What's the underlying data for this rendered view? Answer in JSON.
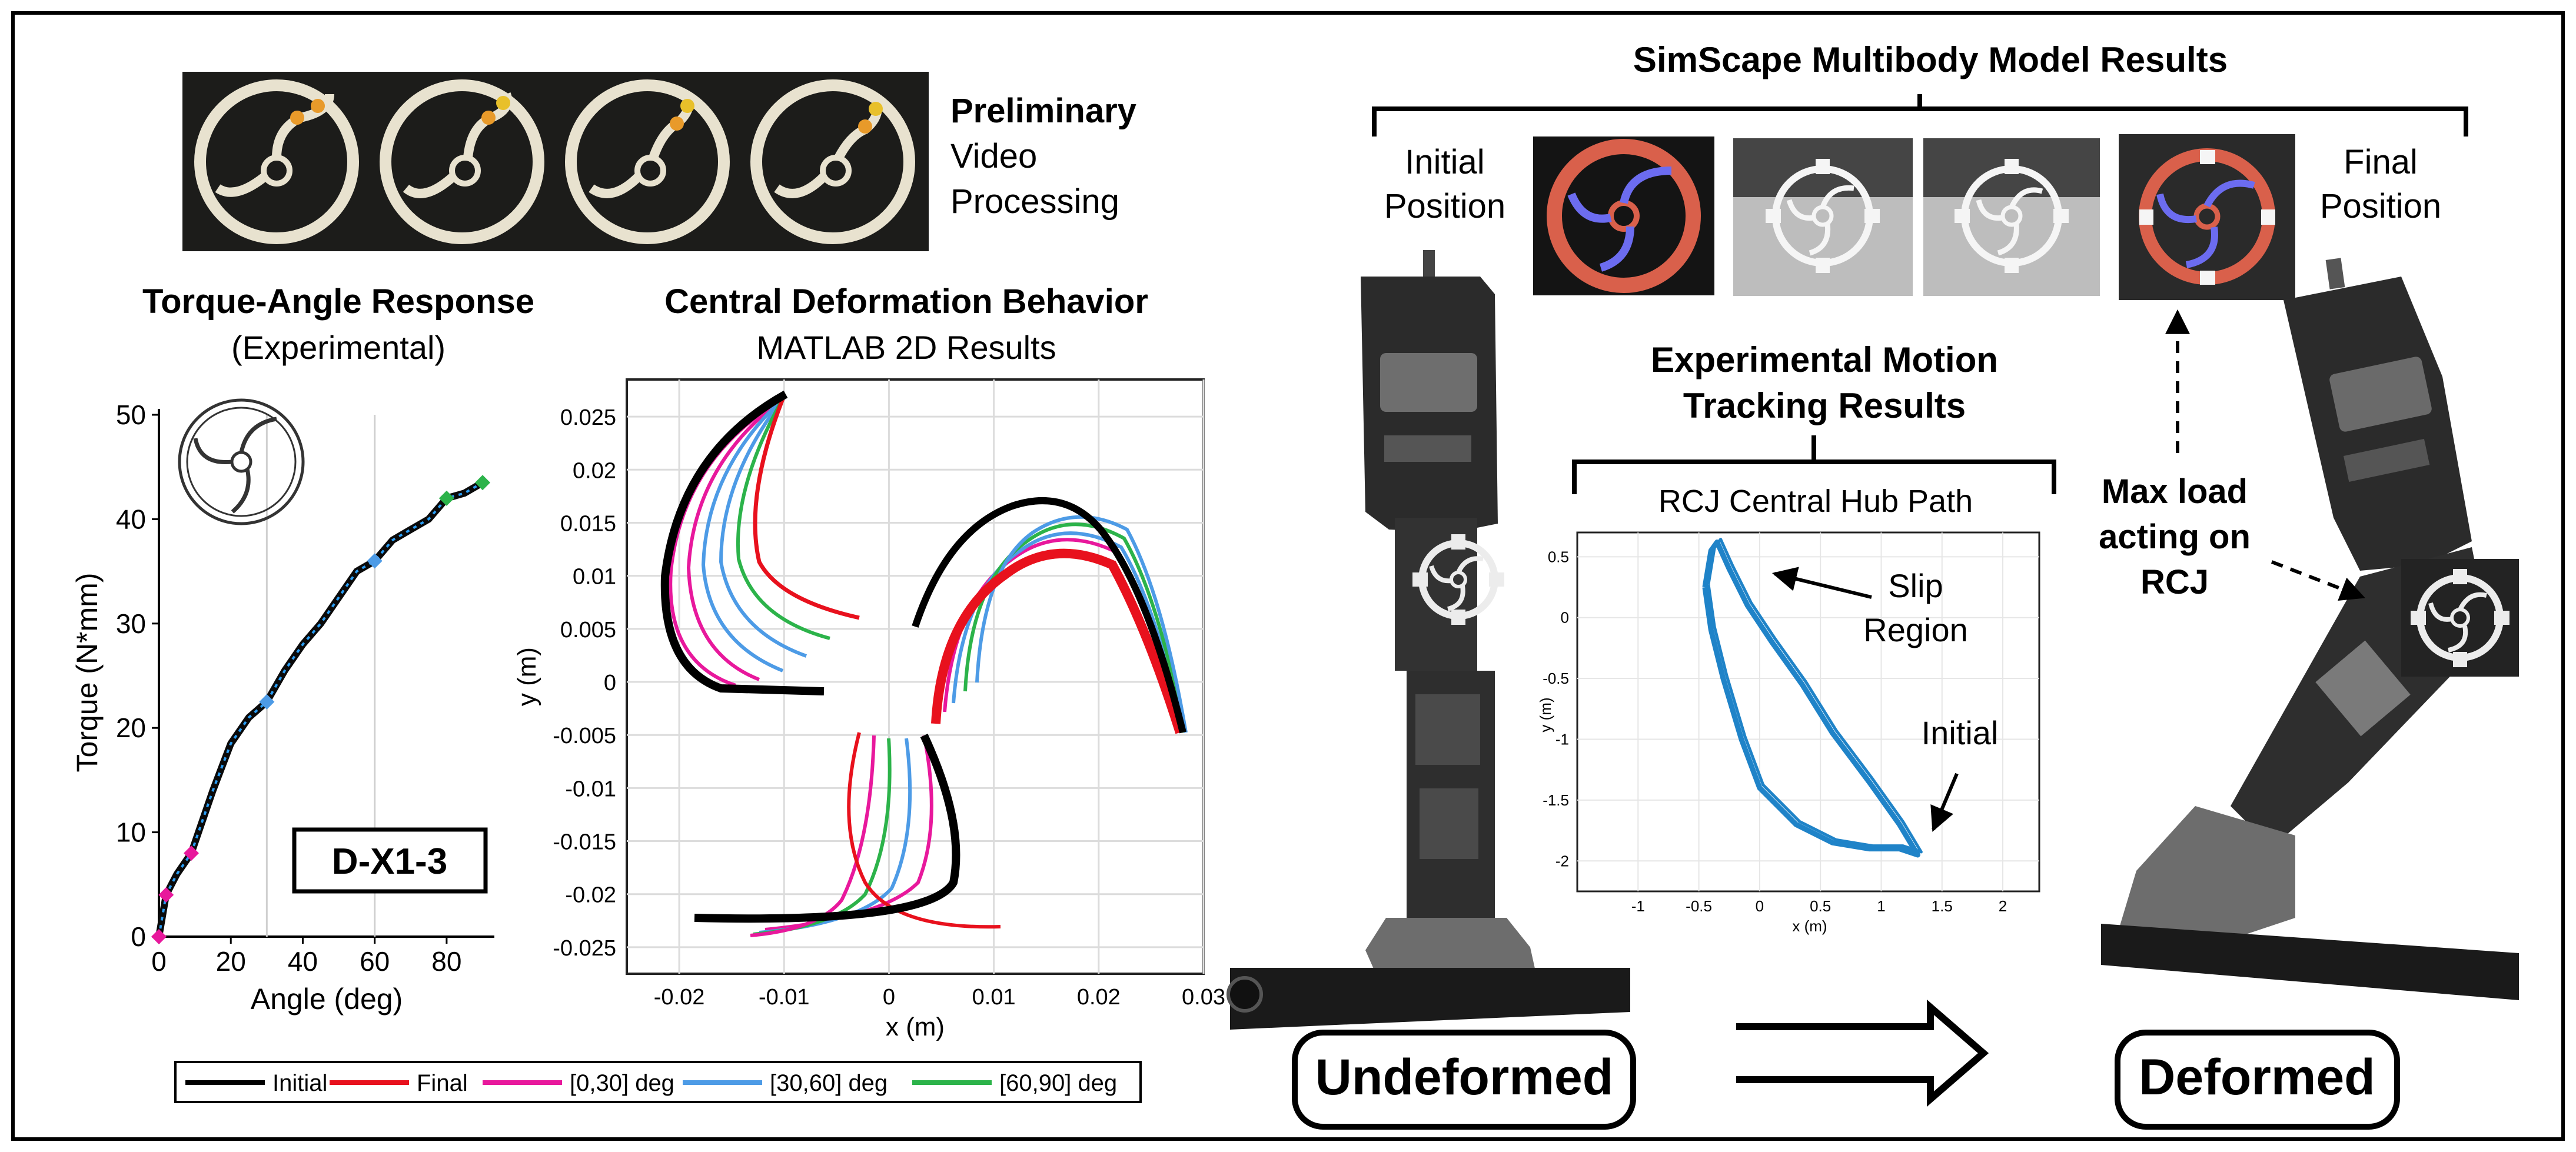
{
  "preliminary": {
    "line1": "Preliminary",
    "line2": "Video",
    "line3": "Processing"
  },
  "torque_panel": {
    "title": "Torque-Angle Response",
    "subtitle": "(Experimental)",
    "badge": "D-X1-3"
  },
  "deform_panel": {
    "title": "Central Deformation Behavior",
    "subtitle": "MATLAB 2D Results"
  },
  "legend": [
    {
      "label": "Initial",
      "color": "#000000"
    },
    {
      "label": "Final",
      "color": "#e8111d"
    },
    {
      "label": "[0,30] deg",
      "color": "#e8189c"
    },
    {
      "label": "[30,60] deg",
      "color": "#4d9be6"
    },
    {
      "label": "[60,90] deg",
      "color": "#2cb34a"
    }
  ],
  "simscape": {
    "title": "SimScape Multibody Model Results",
    "initial_l1": "Initial",
    "initial_l2": "Position",
    "final_l1": "Final",
    "final_l2": "Position"
  },
  "tracking": {
    "title_l1": "Experimental Motion",
    "title_l2": "Tracking Results",
    "plot_title": "RCJ Central Hub Path",
    "slip_l1": "Slip",
    "slip_l2": "Region",
    "initial_label": "Initial"
  },
  "maxload": {
    "l1": "Max load",
    "l2": "acting on",
    "l3": "RCJ"
  },
  "labels": {
    "undeformed": "Undeformed",
    "deformed": "Deformed"
  },
  "colors": {
    "blue_path": "#1f83c8",
    "leg": "#2b2b2b",
    "accent_teal": "#2a9df4"
  },
  "chart_data": [
    {
      "type": "line",
      "title": "Torque-Angle Response",
      "xlabel": "Angle (deg)",
      "ylabel": "Torque (N*mm)",
      "xlim": [
        0,
        90
      ],
      "ylim": [
        0,
        50
      ],
      "xticks": [
        "0",
        "20",
        "40",
        "60",
        "80"
      ],
      "yticks": [
        "0",
        "10",
        "20",
        "30",
        "40",
        "50"
      ],
      "grid_x": [
        30,
        60
      ],
      "x": [
        0,
        2,
        5,
        9,
        12,
        15,
        20,
        25,
        30,
        35,
        40,
        45,
        50,
        55,
        60,
        65,
        70,
        75,
        80,
        85,
        90
      ],
      "y": [
        0,
        4,
        6,
        8,
        11,
        14,
        18.5,
        21,
        22.5,
        25.5,
        28,
        30,
        32.5,
        35,
        36,
        38,
        39,
        40,
        42,
        42.5,
        43.5
      ],
      "markers": [
        {
          "x": 0,
          "y": 0,
          "color": "#e8189c"
        },
        {
          "x": 2,
          "y": 4,
          "color": "#e8189c"
        },
        {
          "x": 9,
          "y": 8,
          "color": "#e8189c"
        },
        {
          "x": 30,
          "y": 22.5,
          "color": "#4d9be6"
        },
        {
          "x": 60,
          "y": 36,
          "color": "#4d9be6"
        },
        {
          "x": 80,
          "y": 42,
          "color": "#2cb34a"
        },
        {
          "x": 90,
          "y": 43.5,
          "color": "#2cb34a"
        }
      ]
    },
    {
      "type": "line",
      "title": "Central Deformation Behavior",
      "xlabel": "x (m)",
      "ylabel": "y (m)",
      "xlim": [
        -0.025,
        0.03
      ],
      "ylim": [
        -0.0275,
        0.0285
      ],
      "xticks": [
        "-0.02",
        "-0.01",
        "0",
        "0.01",
        "0.02",
        "0.03"
      ],
      "yticks": [
        "0.025",
        "0.02",
        "0.015",
        "0.01",
        "0.005",
        "0",
        "-0.005",
        "-0.01",
        "-0.015",
        "-0.02",
        "-0.025"
      ]
    },
    {
      "type": "line",
      "title": "RCJ Central Hub Path",
      "xlabel": "x (m)",
      "ylabel": "y (m)",
      "xlim": [
        -1.5,
        2.3
      ],
      "ylim": [
        -2.25,
        0.7
      ],
      "xticks": [
        "-1",
        "-0.5",
        "0",
        "0.5",
        "1",
        "1.5",
        "2"
      ],
      "yticks": [
        "0.5",
        "0",
        "-0.5",
        "-1",
        "-1.5",
        "-2"
      ],
      "x": [
        -0.45,
        -0.4,
        -0.35,
        -0.25,
        -0.1,
        0.1,
        0.35,
        0.6,
        0.9,
        1.15,
        1.3,
        1.15,
        0.9,
        0.6,
        0.3,
        0.0,
        -0.15,
        -0.3,
        -0.4,
        -0.45
      ],
      "y": [
        0.25,
        0.55,
        0.62,
        0.4,
        0.1,
        -0.2,
        -0.55,
        -0.95,
        -1.35,
        -1.7,
        -1.95,
        -1.9,
        -1.9,
        -1.85,
        -1.7,
        -1.4,
        -1.0,
        -0.5,
        -0.1,
        0.25
      ]
    }
  ]
}
